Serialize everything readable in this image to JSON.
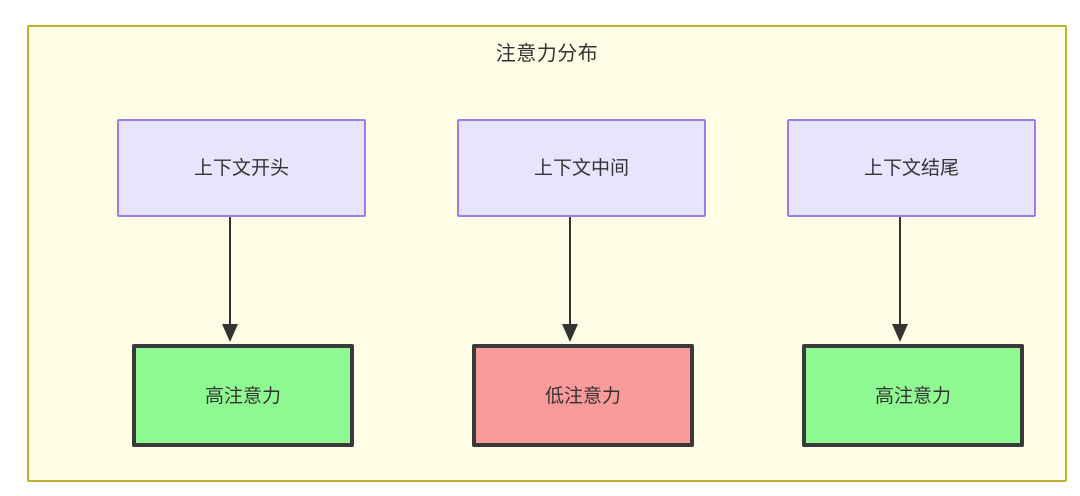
{
  "diagram": {
    "title": "注意力分布",
    "colors": {
      "container_fill": "#fffde5",
      "container_border": "#bdb331",
      "context_fill": "#e8e4fd",
      "context_border": "#9f7aea",
      "high_attention_fill": "#90fa92",
      "low_attention_fill": "#fb9a9a",
      "attention_border": "#3a3a3a",
      "connector": "#333333",
      "text": "#333333"
    },
    "columns": [
      {
        "id": "start",
        "context_label": "上下文开头",
        "attention_label": "高注意力",
        "attention_level": "high"
      },
      {
        "id": "middle",
        "context_label": "上下文中间",
        "attention_label": "低注意力",
        "attention_level": "low"
      },
      {
        "id": "end",
        "context_label": "上下文结尾",
        "attention_label": "高注意力",
        "attention_level": "high"
      }
    ]
  }
}
